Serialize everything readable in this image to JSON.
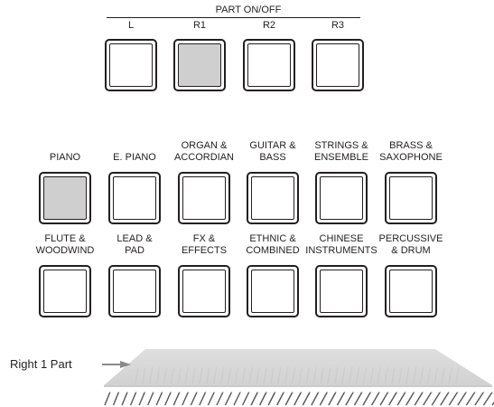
{
  "part_onoff": {
    "title": "PART ON/OFF",
    "buttons": [
      {
        "label": "L",
        "on": false
      },
      {
        "label": "R1",
        "on": true
      },
      {
        "label": "R2",
        "on": false
      },
      {
        "label": "R3",
        "on": false
      }
    ]
  },
  "voice_row1": [
    {
      "label": "PIANO",
      "on": true
    },
    {
      "label": "E. PIANO",
      "on": false
    },
    {
      "label": "ORGAN &\nACCORDIAN",
      "on": false
    },
    {
      "label": "GUITAR &\nBASS",
      "on": false
    },
    {
      "label": "STRINGS &\nENSEMBLE",
      "on": false
    },
    {
      "label": "BRASS &\nSAXOPHONE",
      "on": false
    }
  ],
  "voice_row2": [
    {
      "label": "FLUTE &\nWOODWIND",
      "on": false
    },
    {
      "label": "LEAD &\nPAD",
      "on": false
    },
    {
      "label": "FX &\nEFFECTS",
      "on": false
    },
    {
      "label": "ETHNIC &\nCOMBINED",
      "on": false
    },
    {
      "label": "CHINESE\nINSTRUMENTS",
      "on": false
    },
    {
      "label": "PERCUSSIVE\n& DRUM",
      "on": false
    }
  ],
  "keyboard": {
    "part_label": "Right 1 Part"
  },
  "colors": {
    "ink": "#231f20",
    "lit_button": "#cfcfcf",
    "part_layer": "#d6d6d6",
    "arrow": "#8a8a8a"
  }
}
